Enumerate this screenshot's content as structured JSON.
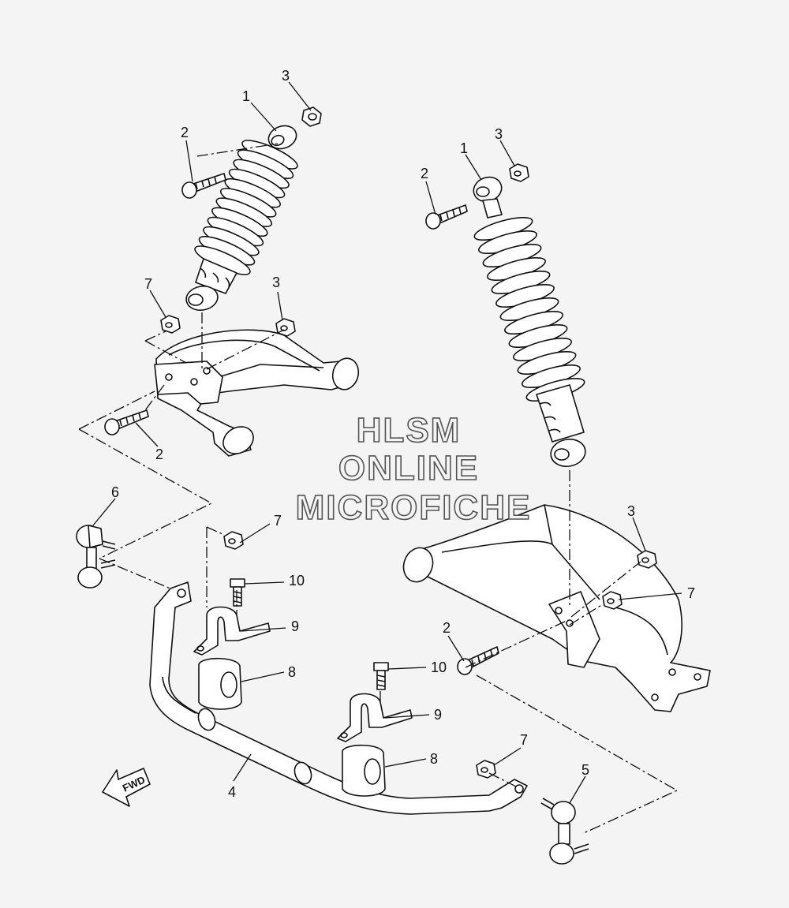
{
  "watermark": {
    "line1": "HLSM",
    "line2": "ONLINE",
    "line3": "MICROFICHE"
  },
  "direction_label": "FWD",
  "callouts": {
    "c1a": "1",
    "c2a": "2",
    "c3a": "3",
    "c7a": "7",
    "c3b": "3",
    "c2b": "2",
    "c1b": "1",
    "c2c": "2",
    "c3c": "3",
    "c6": "6",
    "c7b": "7",
    "c10a": "10",
    "c9a": "9",
    "c8a": "8",
    "c3d": "3",
    "c7c": "7",
    "c2d": "2",
    "c10b": "10",
    "c9b": "9",
    "c8b": "8",
    "c7d": "7",
    "c5": "5",
    "c4": "4"
  }
}
